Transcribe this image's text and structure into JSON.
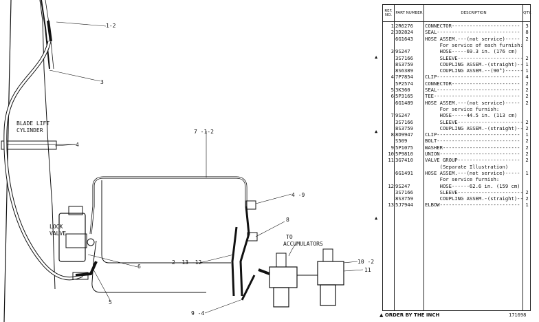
{
  "drawing": {
    "labels": {
      "l1": "1-2",
      "l3": "3",
      "cylinder1": "BLADE LIFT",
      "cylinder2": "CYLINDER",
      "l4": "4",
      "lock1": "LOCK",
      "lock2": "VALVE",
      "l6": "6",
      "l5": "5",
      "l712": "7 -1-2",
      "l49": "4 -9",
      "l8": "8",
      "acc1": "TO",
      "acc2": "ACCUMULATORS",
      "l102": "10 -2",
      "l2": "2 -13 -12",
      "l11": "11",
      "l94": "9 -4"
    }
  },
  "table": {
    "headers": {
      "ref": "REF. NO.",
      "pn": "PART NUMBER",
      "desc": "DESCRIPTION",
      "qty": "QTY."
    },
    "rows": [
      {
        "ref": "1",
        "pn": "2R6276",
        "desc": "CONNECTOR-----------------------",
        "qty": "3"
      },
      {
        "ref": "2",
        "pn": "3D2824",
        "desc": "SEAL----------------------------",
        "qty": "8"
      },
      {
        "ref": "",
        "pn": "6G1643",
        "desc": "HOSE ASSEM.---(not service)-----",
        "qty": "2"
      },
      {
        "ref": "",
        "pn": "",
        "desc": "     For service of each furnish:",
        "qty": ""
      },
      {
        "ref": "3",
        "pn": "9S247",
        "desc": "     HOSE-----69.3 in. (176 cm)",
        "qty": ""
      },
      {
        "ref": "",
        "pn": "3S7166",
        "desc": "     SLEEVE----------------------",
        "qty": "2"
      },
      {
        "ref": "",
        "pn": "8S3759",
        "desc": "     COUPLING ASSEM.-(straight)--",
        "qty": "1"
      },
      {
        "ref": "",
        "pn": "8S6389",
        "desc": "     COUPLING ASSEM.--(90°)------",
        "qty": "1"
      },
      {
        "ref": "4",
        "pn": "7P7854",
        "desc": "CLIP----------------------------",
        "qty": "4"
      },
      {
        "ref": "",
        "pn": "5P2574",
        "desc": "CONNECTOR-----------------------",
        "qty": "2"
      },
      {
        "ref": "5",
        "pn": "3K360",
        "desc": "SEAL----------------------------",
        "qty": "2"
      },
      {
        "ref": "6",
        "pn": "5P3165",
        "desc": "TEE-----------------------------",
        "qty": "2"
      },
      {
        "ref": "",
        "pn": "6G1489",
        "desc": "HOSE ASSEM.---(not service)-----",
        "qty": "2"
      },
      {
        "ref": "",
        "pn": "",
        "desc": "     For service furnish:",
        "qty": ""
      },
      {
        "ref": "7",
        "pn": "9S247",
        "desc": "     HOSE-----44.5 in. (113 cm)",
        "qty": ""
      },
      {
        "ref": "",
        "pn": "3S7166",
        "desc": "     SLEEVE----------------------",
        "qty": "2"
      },
      {
        "ref": "",
        "pn": "8S3759",
        "desc": "     COUPLING ASSEM.-(straight)--",
        "qty": "2"
      },
      {
        "ref": "8",
        "pn": "8D9947",
        "desc": "CLIP----------------------------",
        "qty": "1"
      },
      {
        "ref": "",
        "pn": "S509",
        "desc": "BOLT----------------------------",
        "qty": "2"
      },
      {
        "ref": "9",
        "pn": "5P1075",
        "desc": "WASHER--------------------------",
        "qty": "2"
      },
      {
        "ref": "10",
        "pn": "5P9810",
        "desc": "UNION---------------------------",
        "qty": "2"
      },
      {
        "ref": "11",
        "pn": "3G7410",
        "desc": "VALVE GROUP---------------------",
        "qty": "2"
      },
      {
        "ref": "",
        "pn": "",
        "desc": "     (Separate Illustration)",
        "qty": ""
      },
      {
        "ref": "",
        "pn": "6G1491",
        "desc": "HOSE ASSEM.---(not service)-----",
        "qty": "1"
      },
      {
        "ref": "",
        "pn": "",
        "desc": "     For service furnish:",
        "qty": ""
      },
      {
        "ref": "12",
        "pn": "9S247",
        "desc": "     HOSE------62.6 in. (159 cm)",
        "qty": ""
      },
      {
        "ref": "",
        "pn": "3S7166",
        "desc": "     SLEEVE----------------------",
        "qty": "2"
      },
      {
        "ref": "",
        "pn": "8S3759",
        "desc": "     COUPLING ASSEM.-(straight)--",
        "qty": "2"
      },
      {
        "ref": "13",
        "pn": "5J7944",
        "desc": "ELBOW---------------------------",
        "qty": "1"
      }
    ]
  },
  "footer": {
    "note": "▲ ORDER BY THE INCH",
    "id": "171698"
  }
}
